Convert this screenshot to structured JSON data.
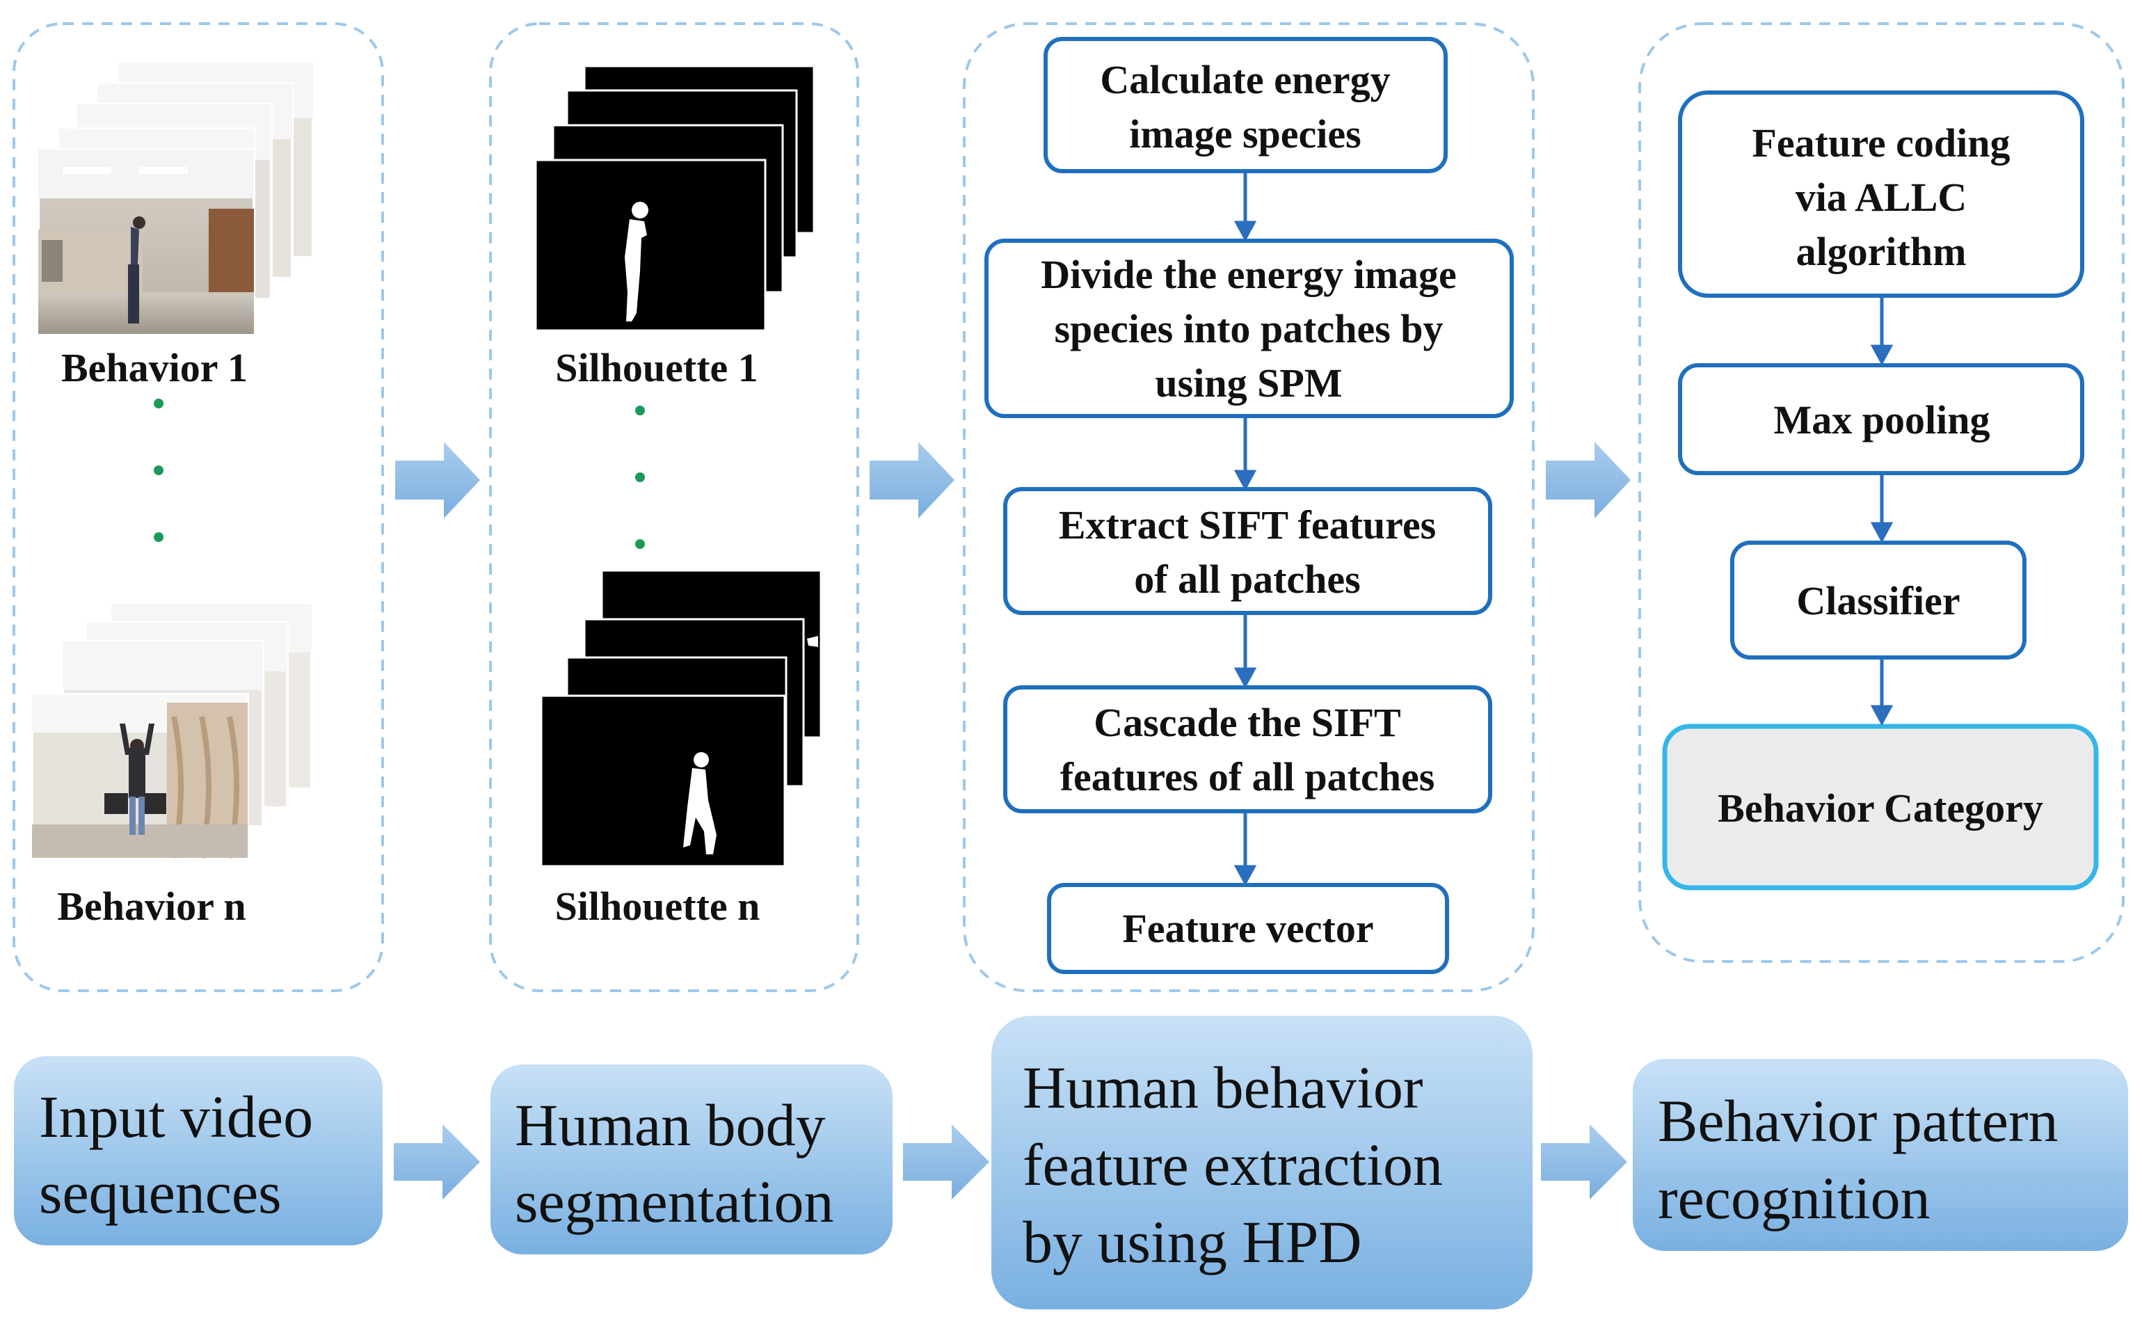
{
  "column1": {
    "label_top": "Behavior 1",
    "label_bottom": "Behavior n"
  },
  "column2": {
    "label_top": "Silhouette 1",
    "label_bottom": "Silhouette n"
  },
  "column3": {
    "steps": [
      [
        "Calculate energy",
        "image species"
      ],
      [
        "Divide the energy image",
        "species into patches by",
        "using SPM"
      ],
      [
        "Extract SIFT features",
        "of all patches"
      ],
      [
        "Cascade the SIFT",
        "features of all patches"
      ],
      [
        "Feature vector"
      ]
    ]
  },
  "column4": {
    "steps": [
      [
        "Feature coding",
        "via ALLC",
        "algorithm"
      ],
      [
        "Max pooling"
      ],
      [
        "Classifier"
      ],
      [
        "Behavior Category"
      ]
    ]
  },
  "stages": [
    [
      "Input video",
      "sequences"
    ],
    [
      "Human body",
      "segmentation"
    ],
    [
      "Human behavior",
      "feature extraction",
      "by using HPD"
    ],
    [
      "Behavior pattern",
      "recognition"
    ]
  ],
  "colors": {
    "dash_border": "#9dc8ea",
    "box_border": "#1f6fbf",
    "connector": "#2a6ebd",
    "big_arrow": "#8ab7e4",
    "dot": "#1a9a5a",
    "stage_fill_top": "#c6e0f5",
    "stage_fill_bottom": "#7fb5e3",
    "category_fill": "#ebebeb",
    "category_border": "#35b6e8"
  }
}
